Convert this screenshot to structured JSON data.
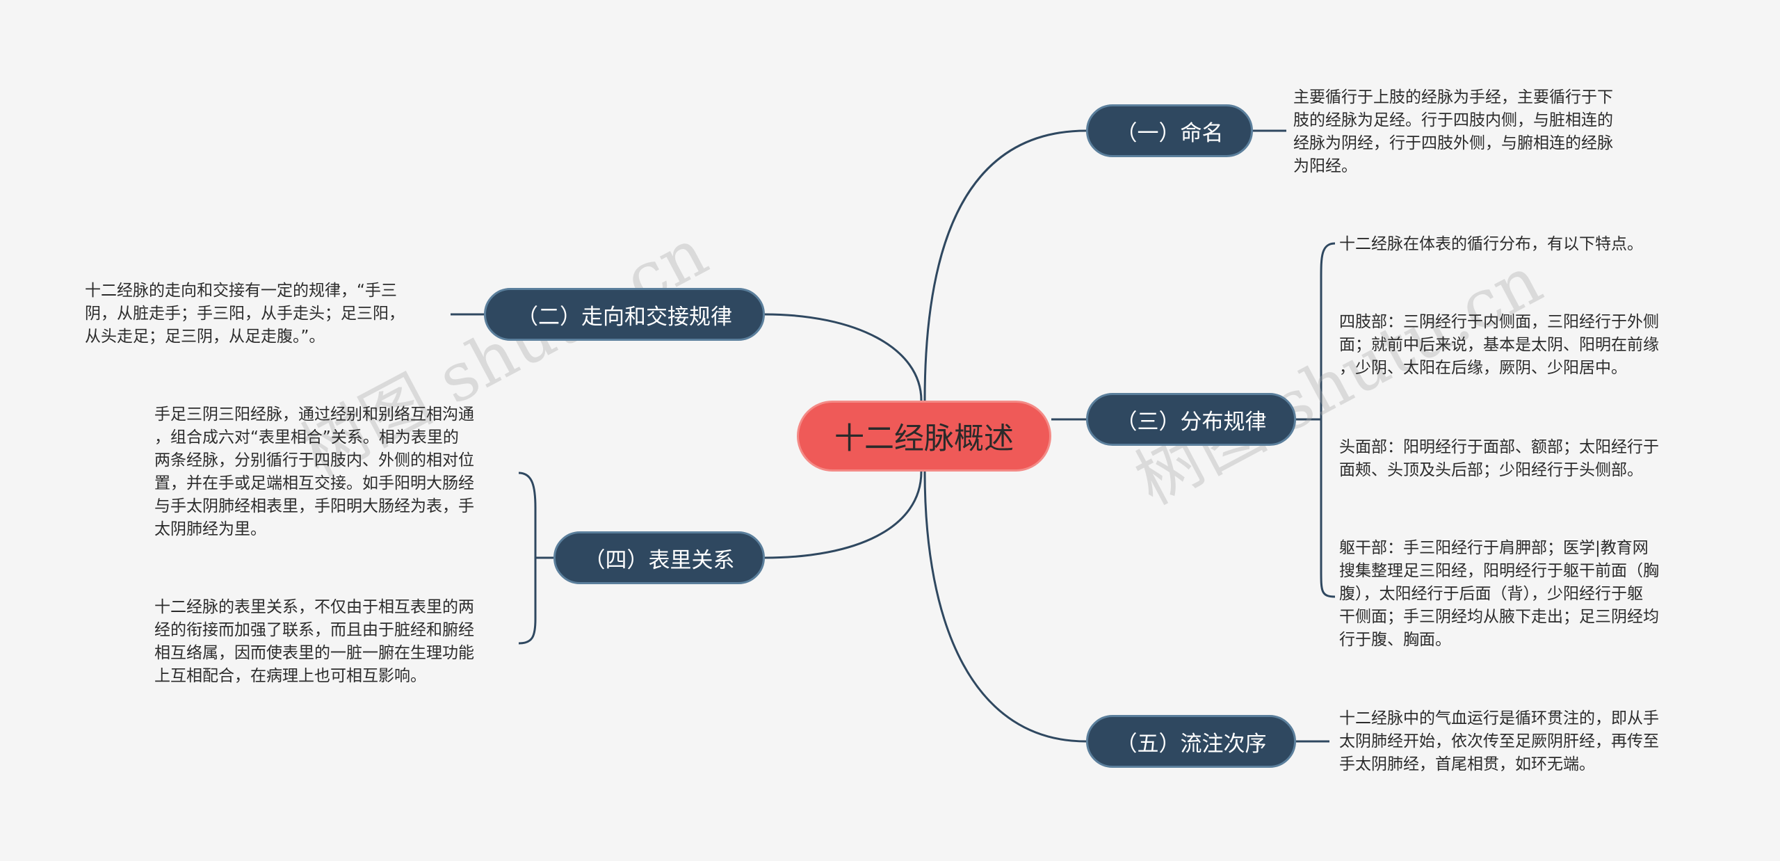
{
  "root": {
    "label": "十二经脉概述"
  },
  "branches": {
    "b1": {
      "label": "（一）命名"
    },
    "b2": {
      "label": "（二）走向和交接规律"
    },
    "b3": {
      "label": "（三）分布规律"
    },
    "b4": {
      "label": "（四）表里关系"
    },
    "b5": {
      "label": "（五）流注次序"
    }
  },
  "leaves": {
    "b1_l1": "主要循行于上肢的经脉为手经，主要循行于下\n肢的经脉为足经。行于四肢内侧，与脏相连的\n经脉为阴经，行于四肢外侧，与腑相连的经脉\n为阳经。",
    "b2_l1": "十二经脉的走向和交接有一定的规律，“手三\n阴，从脏走手；手三阳，从手走头；足三阳，\n从头走足；足三阴，从足走腹。”。",
    "b3_l1": "十二经脉在体表的循行分布，有以下特点。",
    "b3_l2": "四肢部：三阴经行于内侧面，三阳经行于外侧\n面；就前中后来说，基本是太阴、阳明在前缘\n，少阴、太阳在后缘，厥阴、少阳居中。",
    "b3_l3": "头面部：阳明经行于面部、额部；太阳经行于\n面颊、头顶及头后部；少阳经行于头侧部。",
    "b3_l4": "躯干部：手三阳经行于肩胛部；医学|教育网\n搜集整理足三阳经，阳明经行于躯干前面（胸\n腹），太阳经行于后面（背），少阳经行于躯\n干侧面；手三阴经均从腋下走出；足三阴经均\n行于腹、胸面。",
    "b4_l1": "手足三阴三阳经脉，通过经别和别络互相沟通\n，组合成六对“表里相合”关系。相为表里的\n两条经脉，分别循行于四肢内、外侧的相对位\n置，并在手或足端相互交接。如手阳明大肠经\n与手太阴肺经相表里，手阳明大肠经为表，手\n太阴肺经为里。",
    "b4_l2": "十二经脉的表里关系，不仅由于相互表里的两\n经的衔接而加强了联系，而且由于脏经和腑经\n相互络属，因而使表里的一脏一腑在生理功能\n上互相配合，在病理上也可相互影响。",
    "b5_l1": "十二经脉中的气血运行是循环贯注的，即从手\n太阴肺经开始，依次传至足厥阴肝经，再传至\n手太阴肺经，首尾相贯，如环无端。"
  },
  "watermarks": [
    "树图 shutu.cn",
    "树图 shutu.cn"
  ],
  "colors": {
    "root_fill": "#ef5a58",
    "branch_fill": "#2f4860",
    "line": "#2f4860",
    "background": "#f5f5f5"
  }
}
